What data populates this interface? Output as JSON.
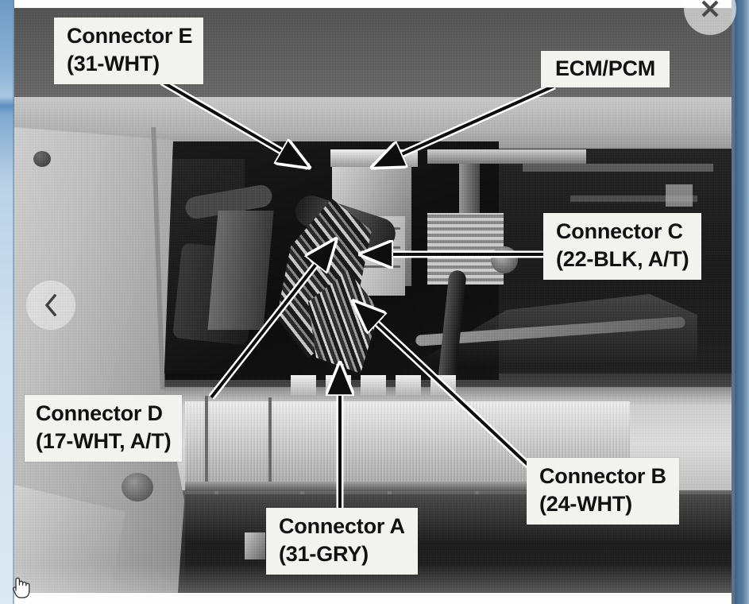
{
  "viewer": {
    "close_button": {
      "name": "close-button",
      "glyph": "✕"
    },
    "prev_button": {
      "name": "previous-image-button",
      "glyph": "‹"
    },
    "cursor": "pointer-hand-cursor"
  },
  "image": {
    "kind": "photograph",
    "subject": "Engine bay showing ECM/PCM module and its wire-harness connectors",
    "background_color": "#8d8d8d",
    "label_background": "#f3f3f0",
    "label_text_color": "#111111"
  },
  "callouts": [
    {
      "id": "e",
      "title": "Connector E",
      "detail": "(31-WHT)"
    },
    {
      "id": "ecm",
      "title": "ECM/PCM",
      "detail": ""
    },
    {
      "id": "c",
      "title": "Connector C",
      "detail": "(22-BLK, A/T)"
    },
    {
      "id": "d",
      "title": "Connector D",
      "detail": "(17-WHT, A/T)"
    },
    {
      "id": "b",
      "title": "Connector B",
      "detail": "(24-WHT)"
    },
    {
      "id": "a",
      "title": "Connector A",
      "detail": "(31-GRY)"
    }
  ]
}
